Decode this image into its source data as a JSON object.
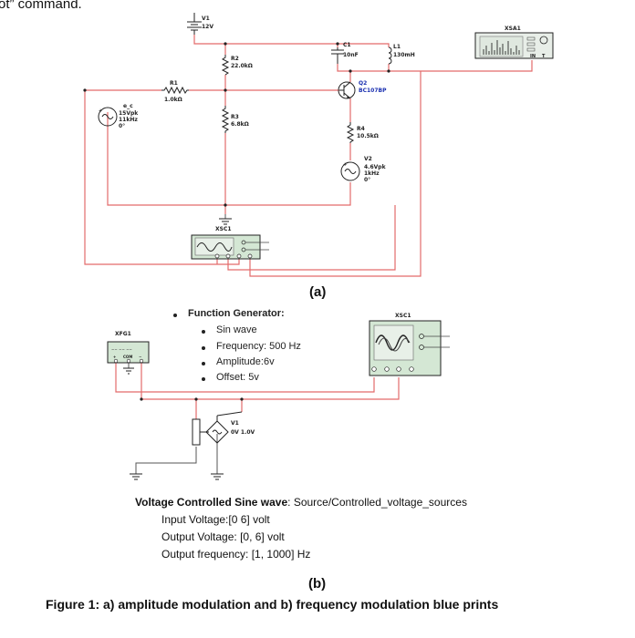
{
  "top_fragment": "ot” command.",
  "part_a": {
    "label": "(a)",
    "v1": {
      "name": "V1",
      "value": "12V"
    },
    "r2": {
      "name": "R2",
      "value": "22.0kΩ"
    },
    "r1": {
      "name": "R1",
      "value": "1.0kΩ"
    },
    "r3": {
      "name": "R3",
      "value": "6.8kΩ"
    },
    "ec": {
      "name": "e_c",
      "l1": "15Vpk",
      "l2": "11kHz",
      "l3": "0°"
    },
    "c1": {
      "name": "C1",
      "value": "10nF"
    },
    "l1": {
      "name": "L1",
      "value": "130mH"
    },
    "q2": {
      "name": "Q2",
      "value": "BC107BP"
    },
    "r4": {
      "name": "R4",
      "value": "10.5kΩ"
    },
    "v2": {
      "name": "V2",
      "l1": "4.6Vpk",
      "l2": "1kHz",
      "l3": "0°"
    },
    "xsa1": "XSA1",
    "xsc1": "XSC1",
    "xsa_pins": [
      "IN",
      "T"
    ]
  },
  "part_b": {
    "label": "(b)",
    "xfg1": "XFG1",
    "xfg_pins": [
      "+",
      "COM",
      "−"
    ],
    "xsc1": "XSC1",
    "v1": {
      "name": "V1",
      "value": "0V 1.0V"
    },
    "bullets": {
      "title": "Function Generator:",
      "items": [
        "Sin wave",
        "Frequency: 500 Hz",
        "Amplitude:6v",
        "Offset: 5v"
      ]
    },
    "vcs": {
      "heading": "Voltage Controlled Sine wave",
      "path": ": Source/Controlled_voltage_sources",
      "lines": [
        "Input Voltage:[0 6] volt",
        "Output Voltage: [0, 6] volt",
        "Output frequency: [1, 1000] Hz"
      ]
    }
  },
  "figure_caption": "Figure 1: a) amplitude modulation  and b) frequency modulation blue prints"
}
